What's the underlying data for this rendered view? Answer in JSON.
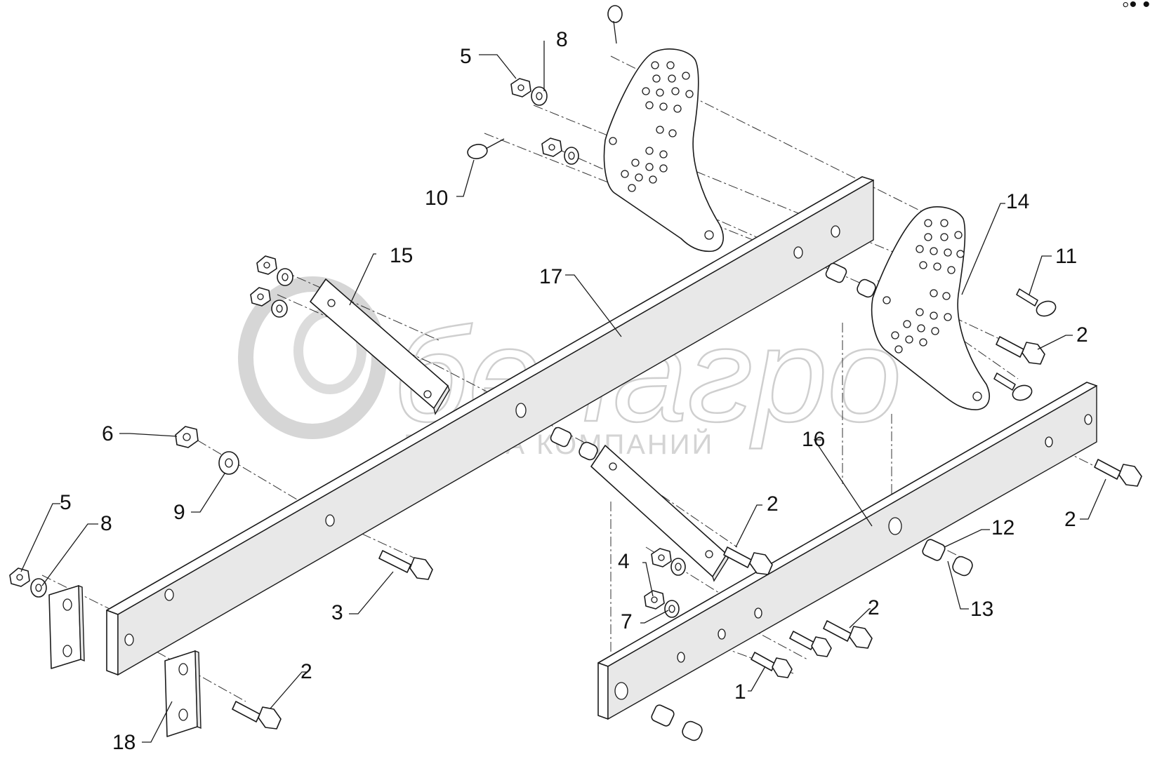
{
  "watermark": {
    "brand": "белагро",
    "subtitle": "ГРУППА КОМПАНИЙ"
  },
  "callouts": {
    "c1": "1",
    "c2a": "2",
    "c2b": "2",
    "c2c": "2",
    "c2d": "2",
    "c2e": "2",
    "c3": "3",
    "c4": "4",
    "c5a": "5",
    "c5b": "5",
    "c6": "6",
    "c7": "7",
    "c8a": "8",
    "c8b": "8",
    "c9": "9",
    "c10": "10",
    "c11": "11",
    "c12": "12",
    "c13": "13",
    "c14": "14",
    "c15": "15",
    "c16": "16",
    "c17": "17",
    "c18": "18"
  }
}
